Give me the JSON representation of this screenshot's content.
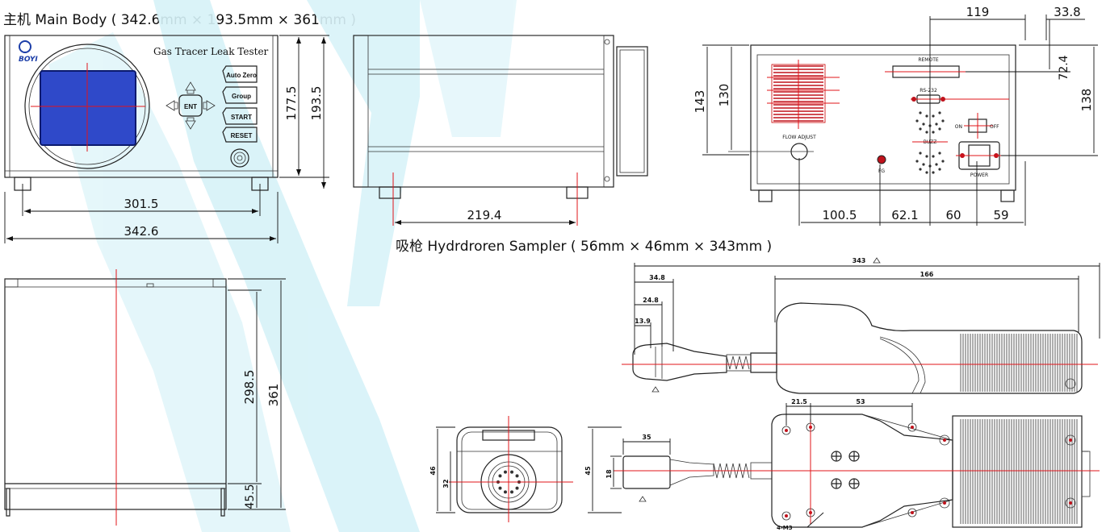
{
  "titles": {
    "main_body": "主机 Main Body ( 342.6mm × 193.5mm × 361mm )",
    "sampler": "吸枪  Hydrdroren Sampler ( 56mm × 46mm × 343mm )"
  },
  "panel": {
    "logo": "BOYI",
    "device_name": "Gas Tracer Leak Tester",
    "ent": "ENT",
    "buttons": [
      "Auto Zero",
      "Group",
      "START",
      "RESET"
    ]
  },
  "rear_labels": {
    "remote": "REMOTE",
    "rs232": "RS-232",
    "flow_adjust": "FLOW ADJUST",
    "fg": "FG",
    "buzz": "BUZZ",
    "on": "ON",
    "off": "OFF",
    "power": "POWER"
  },
  "dims": {
    "front_w_inner": "301.5",
    "front_w": "342.6",
    "front_h_inner": "177.5",
    "front_h": "193.5",
    "side_d": "219.4",
    "rear_119": "119",
    "rear_33_8": "33.8",
    "rear_72_4": "72.4",
    "rear_138": "138",
    "rear_143": "143",
    "rear_130": "130",
    "rear_100_5": "100.5",
    "rear_62_1": "62.1",
    "rear_60": "60",
    "rear_59": "59",
    "top_298_5": "298.5",
    "top_361": "361",
    "top_45_5": "45.5",
    "s_343": "343",
    "s_166": "166",
    "s_34_8": "34.8",
    "s_24_8": "24.8",
    "s_13_9": "13.9",
    "s_21_5": "21.5",
    "s_53": "53",
    "s_35": "35",
    "s_46": "46",
    "s_32": "32",
    "s_18": "18",
    "s_45": "45",
    "s_m3": "4-M3"
  },
  "colors": {
    "lcd": "#2f49c9",
    "center_line": "#e0141a",
    "watermark": "#d2f1f7"
  }
}
